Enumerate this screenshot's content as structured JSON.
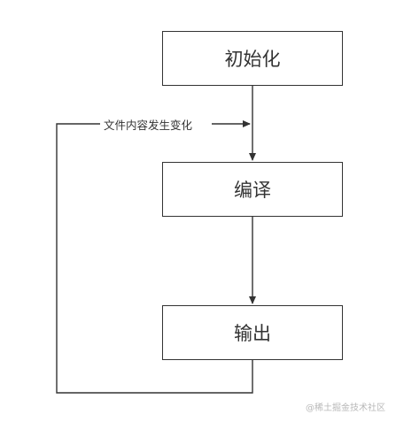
{
  "diagram": {
    "nodes": {
      "init": "初始化",
      "compile": "编译",
      "output": "输出"
    },
    "edge_label": "文件内容发生变化",
    "stroke_color": "#333333"
  },
  "watermark": "@稀土掘金技术社区"
}
